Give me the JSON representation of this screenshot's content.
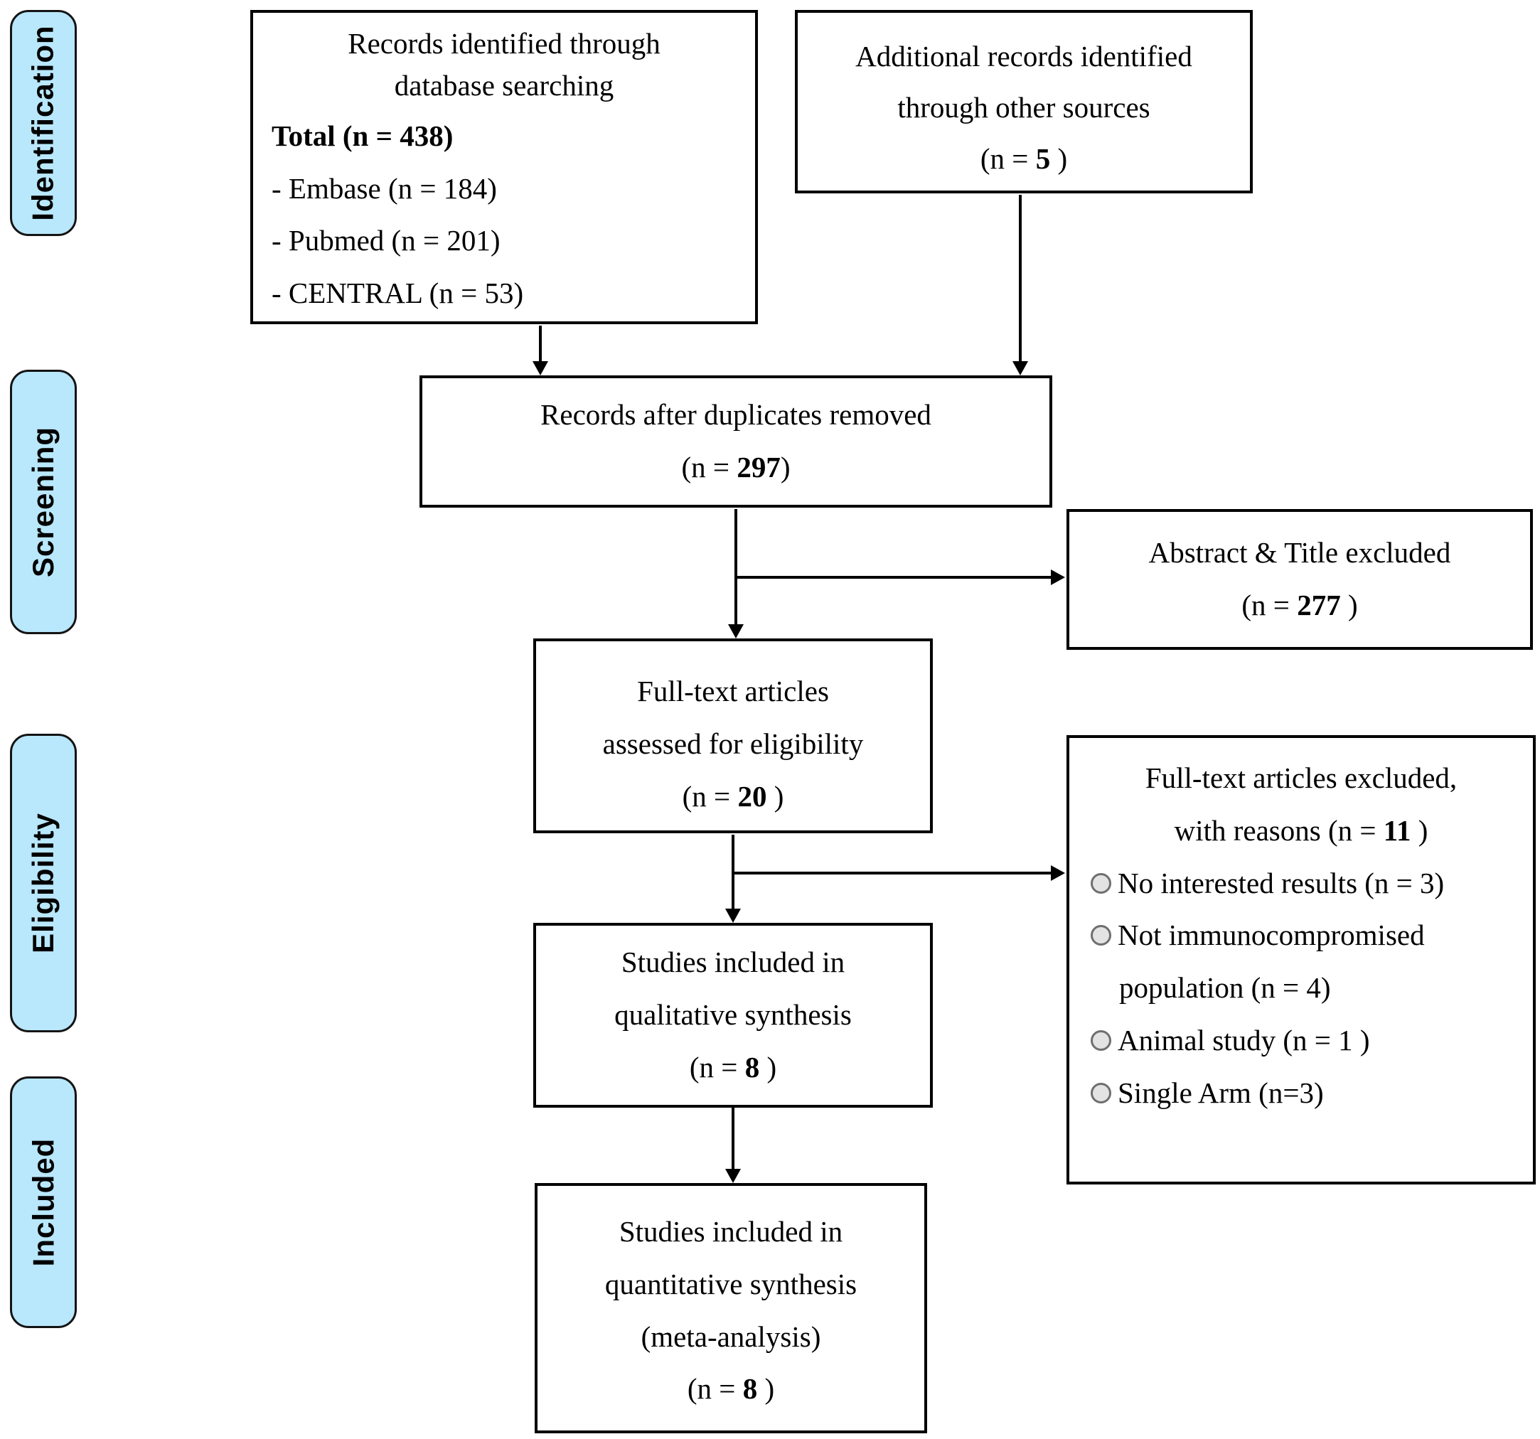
{
  "diagram_title": "PRISMA study selection flow diagram",
  "colors": {
    "stage_fill": "#b9e7fb",
    "box_border": "#000000",
    "line_color": "#000000",
    "text_color": "#000000",
    "bullet_fill": "#e3e3e3"
  },
  "sidebar": {
    "stages": [
      "Identification",
      "Screening",
      "Eligibility",
      "Included"
    ]
  },
  "boxes": {
    "identified": {
      "title_lines": [
        "Records identified through",
        "database searching"
      ],
      "total_line": "Total (n = 438)",
      "items": [
        "- Embase (n = 184)",
        "- Pubmed (n = 201)",
        "- CENTRAL (n = 53)"
      ]
    },
    "additional": {
      "lines": [
        "Additional records identified",
        "through other sources"
      ],
      "count_prefix": "(n = ",
      "count_value": "5",
      "count_suffix": " )"
    },
    "deduplicated": {
      "line": "Records after duplicates removed",
      "count_prefix": "(n = ",
      "count_value": "297",
      "count_suffix": ")"
    },
    "abstract_excluded": {
      "line": "Abstract & Title excluded",
      "count_prefix": "(n = ",
      "count_value": "277",
      "count_suffix": " )"
    },
    "fulltext_assessed": {
      "lines": [
        "Full-text articles",
        "assessed for eligibility"
      ],
      "count_prefix": "(n = ",
      "count_value": "20",
      "count_suffix": " )"
    },
    "fulltext_excluded": {
      "header_line1": "Full-text articles excluded,",
      "header_line2_prefix": "with reasons (n = ",
      "header_count": "11",
      "header_suffix": " )",
      "bullet_icon": "circle-bullet",
      "reasons": [
        {
          "text": "No interested results (n = 3)"
        },
        {
          "text": "Not immunocompromised",
          "text2": "population (n = 4)"
        },
        {
          "text": "Animal study (n = 1 )"
        },
        {
          "text": "Single Arm (n=3)"
        }
      ]
    },
    "qualitative": {
      "lines": [
        "Studies included in",
        "qualitative synthesis"
      ],
      "count_prefix": "(n = ",
      "count_value": "8",
      "count_suffix": " )"
    },
    "quantitative": {
      "lines": [
        "Studies included in",
        "quantitative synthesis",
        "(meta-analysis)"
      ],
      "count_prefix": "(n = ",
      "count_value": "8",
      "count_suffix": " )"
    }
  }
}
